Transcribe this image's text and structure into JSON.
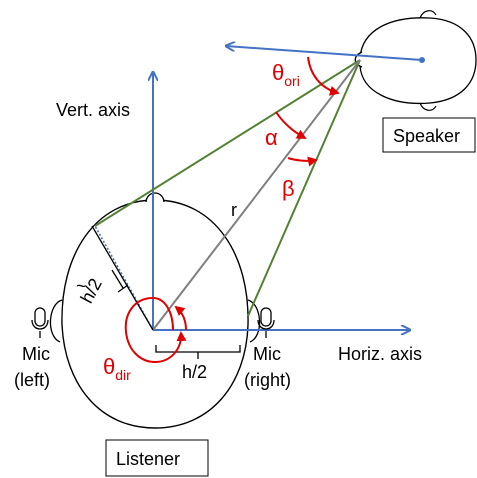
{
  "labels": {
    "vert_axis": "Vert. axis",
    "horiz_axis": "Horiz. axis",
    "speaker": "Speaker",
    "listener": "Listener",
    "r": "r",
    "alpha": "α",
    "beta": "β",
    "theta": "θ",
    "theta_ori_sub": "ori",
    "theta_dir_sub": "dir",
    "h_half_top": "h/2",
    "h_half_bottom": "h/2",
    "tilde": "~",
    "mic_left_line1": "Mic",
    "mic_left_line2": "(left)",
    "mic_right_line1": "Mic",
    "mic_right_line2": "(right)"
  },
  "colors": {
    "axis_blue": "#4472c4",
    "angle_red": "#e00000",
    "triangle_green": "#548235",
    "radius_gray": "#7f7f7f",
    "outline": "#000000"
  },
  "icons": {
    "mic_left": "microphone-icon",
    "mic_right": "microphone-icon",
    "speaker_head": "head-outline-icon",
    "listener_head": "head-outline-icon"
  }
}
